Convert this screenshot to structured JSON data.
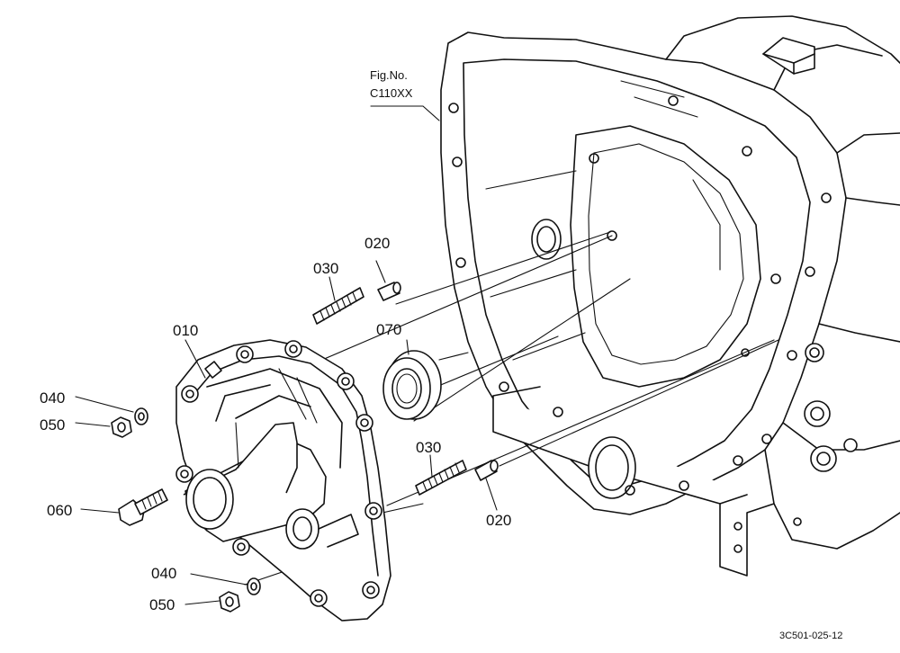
{
  "figure": {
    "fig_no_label": "Fig.No.",
    "fig_no_value": "C110XX",
    "drawing_ref": "3C501-025-12"
  },
  "callouts": [
    {
      "id": "010",
      "text": "010"
    },
    {
      "id": "020a",
      "text": "020"
    },
    {
      "id": "020b",
      "text": "020"
    },
    {
      "id": "030a",
      "text": "030"
    },
    {
      "id": "030b",
      "text": "030"
    },
    {
      "id": "040a",
      "text": "040"
    },
    {
      "id": "040b",
      "text": "040"
    },
    {
      "id": "050a",
      "text": "050"
    },
    {
      "id": "050b",
      "text": "050"
    },
    {
      "id": "060",
      "text": "060"
    },
    {
      "id": "070",
      "text": "070"
    }
  ]
}
